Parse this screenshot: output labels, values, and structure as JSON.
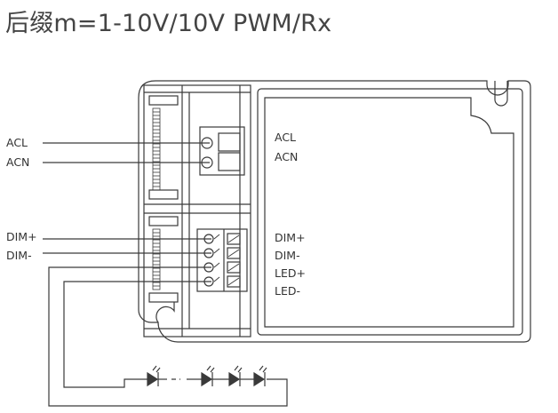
{
  "title": "后缀m=1-10V/10V PWM/Rx",
  "wire_labels": {
    "acl": "ACL",
    "acn": "ACN",
    "dim_plus": "DIM+",
    "dim_minus": "DIM-"
  },
  "terminal_labels": {
    "acl": "ACL",
    "acn": "ACN",
    "dim_plus": "DIM+",
    "dim_minus": "DIM-",
    "led_plus": "LED+",
    "led_minus": "LED-"
  },
  "colors": {
    "line": "#3a3a3a",
    "text": "#333333"
  },
  "icons": [
    "led-diode-icon"
  ]
}
